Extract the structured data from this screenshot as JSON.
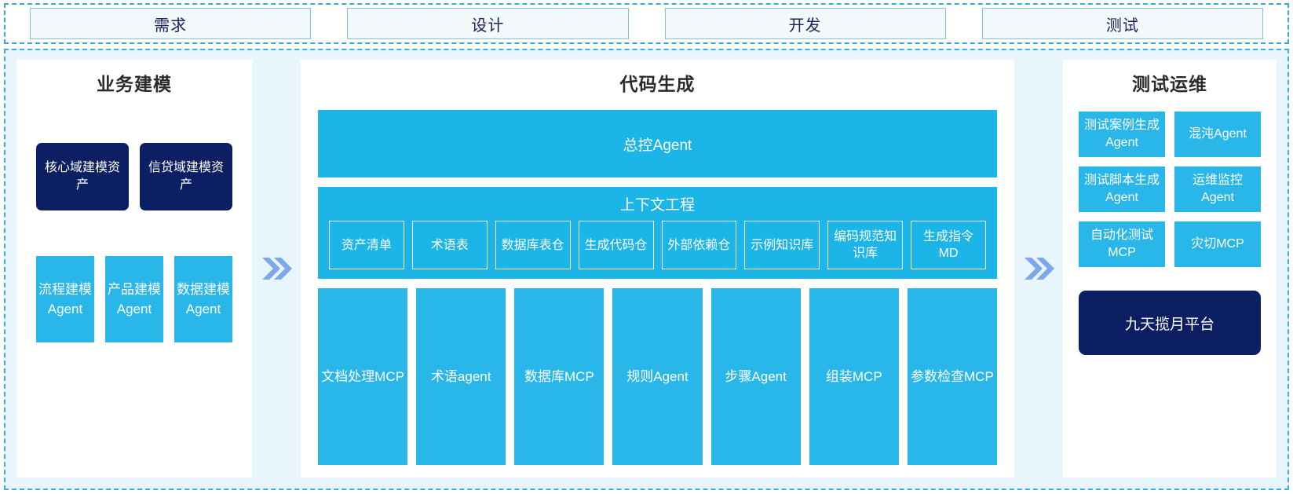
{
  "phases": [
    {
      "label": "需求"
    },
    {
      "label": "设计"
    },
    {
      "label": "开发"
    },
    {
      "label": "测试"
    }
  ],
  "connector": {
    "glyph": "»",
    "color": "#7ba8ee",
    "name": "double-chevron-right"
  },
  "colors": {
    "primary_blue": "#1cb5e8",
    "card_blue": "#29b6e8",
    "navy": "#0d1f63",
    "background": "#e9f5fd",
    "panel": "#ffffff",
    "dashed_border": "#3aaedd",
    "tab_border": "#7fc0da",
    "tab_fill": "#f3f8fb",
    "title_text": "#2b2b2b"
  },
  "left_panel": {
    "title": "业务建模",
    "assets": [
      {
        "label": "核心域建模资产"
      },
      {
        "label": "信贷域建模资产"
      }
    ],
    "agents": [
      {
        "label": "流程建模Agent"
      },
      {
        "label": "产品建模Agent"
      },
      {
        "label": "数据建模Agent"
      }
    ]
  },
  "center_panel": {
    "title": "代码生成",
    "banner": "总控Agent",
    "context": {
      "title": "上下文工程",
      "chips": [
        {
          "label": "资产清单"
        },
        {
          "label": "术语表"
        },
        {
          "label": "数据库表仓"
        },
        {
          "label": "生成代码仓"
        },
        {
          "label": "外部依赖仓"
        },
        {
          "label": "示例知识库"
        },
        {
          "label": "编码规范知识库"
        },
        {
          "label": "生成指令MD"
        }
      ]
    },
    "tools": [
      {
        "label": "文档处理MCP"
      },
      {
        "label": "术语agent"
      },
      {
        "label": "数据库MCP"
      },
      {
        "label": "规则Agent"
      },
      {
        "label": "步骤Agent"
      },
      {
        "label": "组装MCP"
      },
      {
        "label": "参数检查MCP"
      }
    ]
  },
  "right_panel": {
    "title": "测试运维",
    "cards": [
      {
        "label": "测试案例生成Agent"
      },
      {
        "label": "混沌Agent"
      },
      {
        "label": "测试脚本生成Agent"
      },
      {
        "label": "运维监控Agent"
      },
      {
        "label": "自动化测试MCP"
      },
      {
        "label": "灾切MCP"
      }
    ],
    "platform": {
      "label": "九天揽月平台"
    }
  }
}
